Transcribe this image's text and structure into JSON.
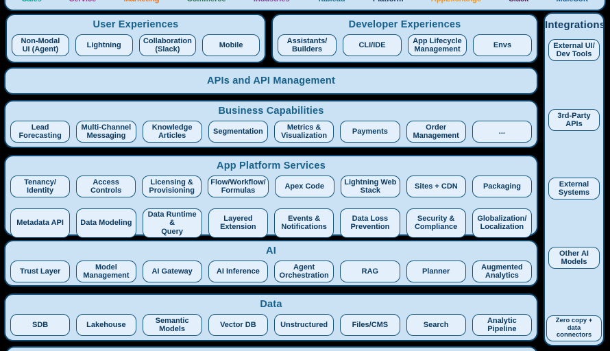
{
  "top_band": {
    "products": [
      {
        "label": "Sales",
        "color": "#049e8c"
      },
      {
        "label": "Service",
        "color": "#9a3a8f"
      },
      {
        "label": "Marketing",
        "color": "#e8731e"
      },
      {
        "label": "Commerce",
        "color": "#2e7155"
      },
      {
        "label": "Industries",
        "color": "#7d3f98"
      },
      {
        "label": "Tableau",
        "color": "#1c6e8c"
      },
      {
        "label": "Platform",
        "color": "#16325c"
      },
      {
        "label": "AppExchange",
        "color": "#f0941f"
      },
      {
        "label": "Slack",
        "color": "#4a154b"
      },
      {
        "label": "MuleSoft",
        "color": "#155e95"
      }
    ]
  },
  "sections": {
    "user_experiences": {
      "title": "User Experiences",
      "chips": [
        "Non-Modal\nUI (Agent)",
        "Lightning",
        "Collaboration\n(Slack)",
        "Mobile"
      ]
    },
    "developer_experiences": {
      "title": "Developer Experiences",
      "chips": [
        "Assistants/\nBuilders",
        "CLI/IDE",
        "App Lifecycle\nManagement",
        "Envs"
      ]
    },
    "apis": {
      "title": "APIs and API Management"
    },
    "business_capabilities": {
      "title": "Business Capabilities",
      "chips": [
        "Lead\nForecasting",
        "Multi-Channel\nMessaging",
        "Knowledge\nArticles",
        "Segmentation",
        "Metrics &\nVisualization",
        "Payments",
        "Order\nManagement",
        "..."
      ]
    },
    "app_platform_services": {
      "title": "App Platform Services",
      "chips_row1": [
        "Tenancy/\nIdentity",
        "Access Controls",
        "Licensing &\nProvisioning",
        "Flow/Workflow/\nFormulas",
        "Apex Code",
        "Lightning Web\nStack",
        "Sites + CDN",
        "Packaging"
      ],
      "chips_row2": [
        "Metadata API",
        "Data Modeling",
        "Data Runtime &\nQuery",
        "Layered\nExtension",
        "Events &\nNotifications",
        "Data Loss\nPrevention",
        "Security &\nCompliance",
        "Globalization/\nLocalization"
      ]
    },
    "ai": {
      "title": "AI",
      "chips": [
        "Trust Layer",
        "Model\nManagement",
        "AI Gateway",
        "AI Inference",
        "Agent\nOrchestration",
        "RAG",
        "Planner",
        "Augmented\nAnalytics"
      ]
    },
    "data": {
      "title": "Data",
      "chips": [
        "SDB",
        "Lakehouse",
        "Semantic\nModels",
        "Vector DB",
        "Unstructured",
        "Files/CMS",
        "Search",
        "Analytic\nPipeline"
      ]
    }
  },
  "integrations": {
    "title": "Integrations",
    "chips": [
      "External UI/\nDev Tools",
      "3rd-Party APIs",
      "External\nSystems",
      "Other AI\nModels",
      "Zero copy +\ndata connectors"
    ]
  }
}
